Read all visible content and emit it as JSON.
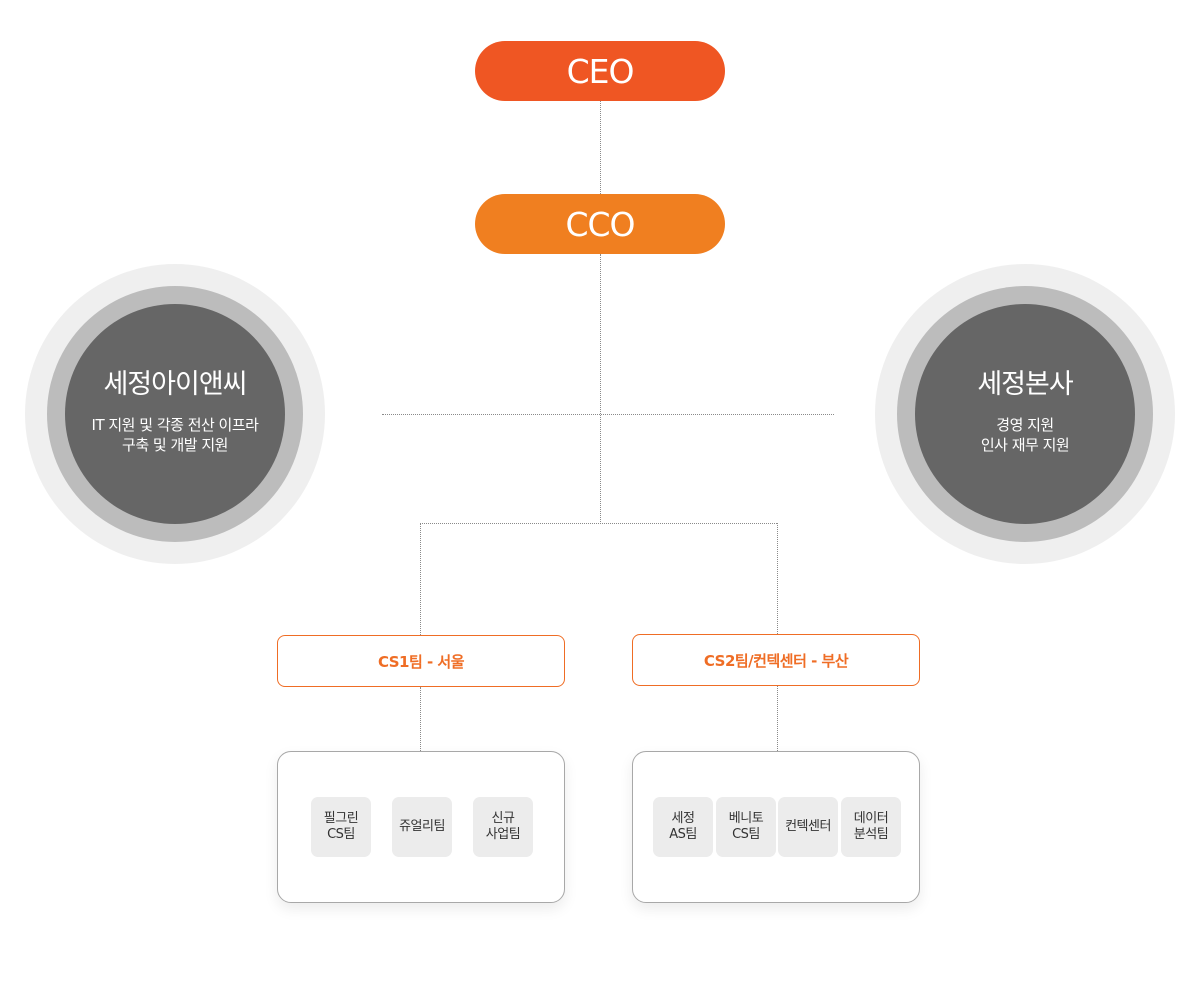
{
  "executives": {
    "ceo": "CEO",
    "cco": "CCO"
  },
  "affiliates": {
    "left": {
      "title": "세정아이앤씨",
      "description": "IT 지원 및 각종 전산 이프라\n구축 및 개발 지원"
    },
    "right": {
      "title": "세정본사",
      "description": "경영 지원\n인사 재무 지원"
    }
  },
  "teams": [
    {
      "name": "CS1팀 - 서울",
      "units": [
        "필그린\nCS팀",
        "쥬얼리팀",
        "신규\n사업팀"
      ]
    },
    {
      "name": "CS2팀/컨텍센터 - 부산",
      "units": [
        "세정\nAS팀",
        "베니토\nCS팀",
        "컨텍센터",
        "데이터\n분석팀"
      ]
    }
  ],
  "colors": {
    "ceo": "#ef5623",
    "cco": "#f07f20",
    "team_accent": "#ef6d25",
    "circle_core": "#666666",
    "circle_ring": "#bcbcbc",
    "circle_halo": "#efefef"
  }
}
